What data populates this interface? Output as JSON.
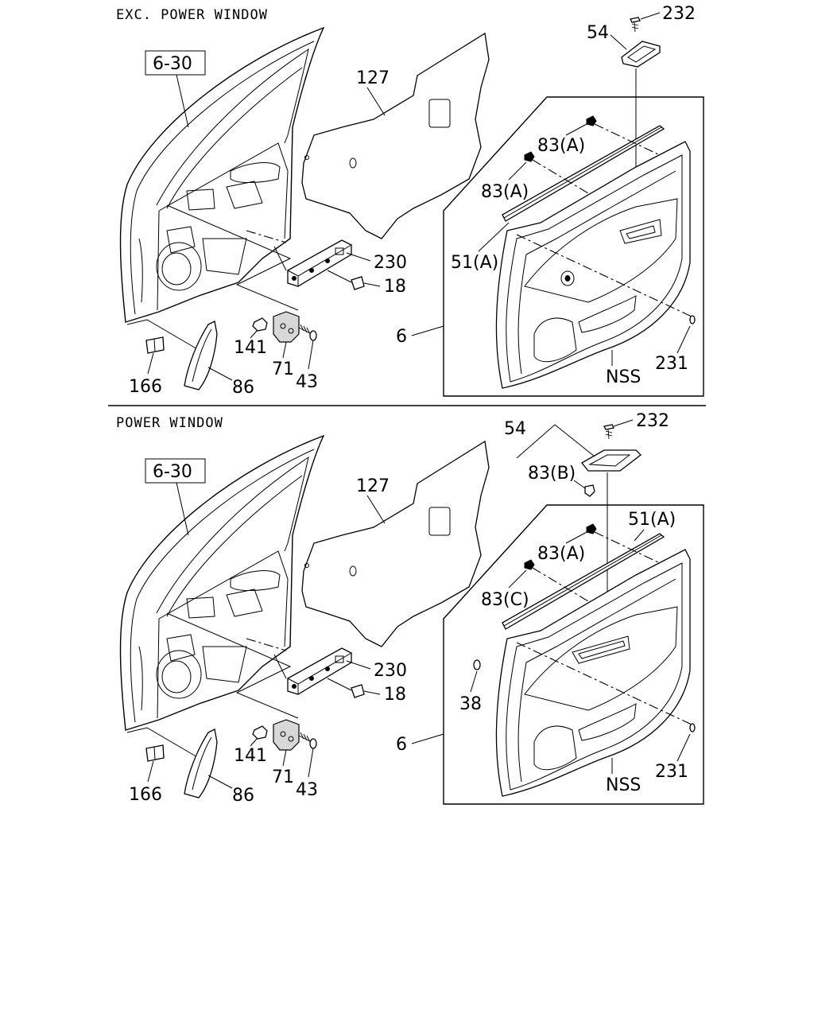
{
  "sections": [
    {
      "heading": "EXC. POWER WINDOW",
      "labels": {
        "ref": "6-30",
        "p127": "127",
        "p232": "232",
        "p54": "54",
        "p83a_1": "83(A)",
        "p83a_2": "83(A)",
        "p51a": "51(A)",
        "p230": "230",
        "p18": "18",
        "p141": "141",
        "p71": "71",
        "p43": "43",
        "p166": "166",
        "p86": "86",
        "p6": "6",
        "pNSS": "NSS",
        "p231": "231"
      }
    },
    {
      "heading": "POWER WINDOW",
      "labels": {
        "ref": "6-30",
        "p127": "127",
        "p232": "232",
        "p54": "54",
        "p83b": "83(B)",
        "p51a": "51(A)",
        "p83a": "83(A)",
        "p83c": "83(C)",
        "p38": "38",
        "p230": "230",
        "p18": "18",
        "p141": "141",
        "p71": "71",
        "p43": "43",
        "p166": "166",
        "p86": "86",
        "p6": "6",
        "pNSS": "NSS",
        "p231": "231"
      }
    }
  ]
}
